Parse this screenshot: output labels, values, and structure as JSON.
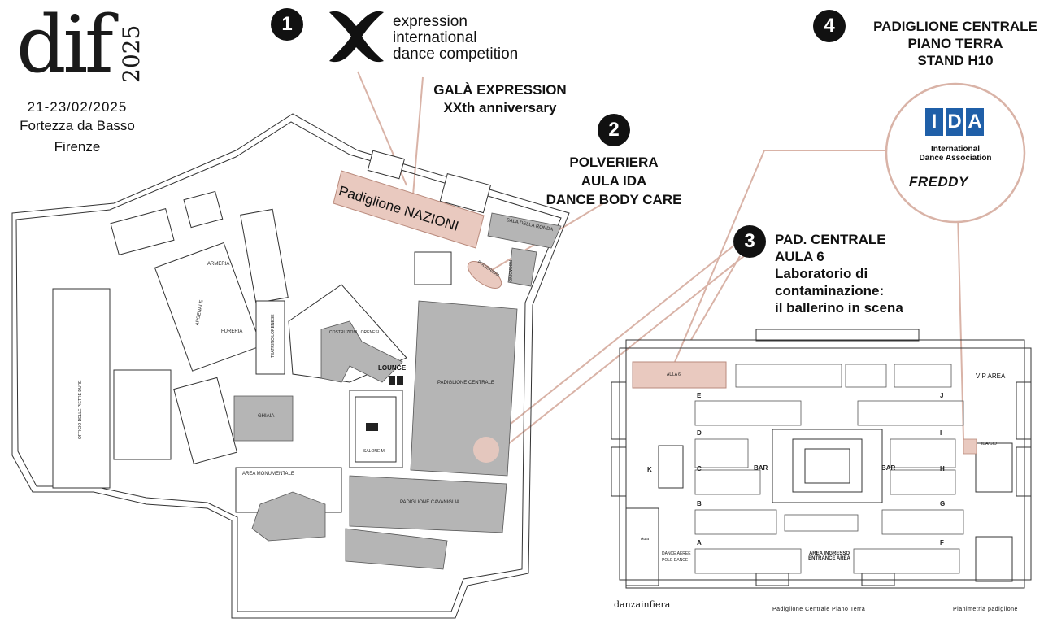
{
  "branding": {
    "logo_text": "dif",
    "logo_year": "2025",
    "dates": "21-23/02/2025",
    "venue": "Fortezza da Basso",
    "city": "Firenze"
  },
  "markers": {
    "m1": {
      "number": "1",
      "brand_lines": [
        "expression",
        "international",
        "dance competition"
      ],
      "event_line1": "GALÀ EXPRESSION",
      "event_line2": "XXth anniversary"
    },
    "m2": {
      "number": "2",
      "lines": [
        "POLVERIERA",
        "AULA IDA",
        "DANCE BODY CARE"
      ]
    },
    "m3": {
      "number": "3",
      "lines": [
        "PAD. CENTRALE",
        "AULA 6",
        "Laboratorio di",
        "contaminazione:",
        "il ballerino in scena"
      ]
    },
    "m4": {
      "number": "4",
      "lines": [
        "PADIGLIONE CENTRALE",
        "PIANO TERRA",
        "STAND H10"
      ],
      "ida_letters": [
        "I",
        "D",
        "A"
      ],
      "ida_name_line1": "International",
      "ida_name_line2": "Dance Association",
      "sponsor": "FREDDY"
    }
  },
  "site_map": {
    "highlight_building": "Padiglione NAZIONI",
    "labels": {
      "sala_ronda": "SALA DELLA RONDA",
      "polveriera": "POLVERIERA",
      "rosadino": "ROSADINO",
      "armeria": "ARMERIA",
      "arsenale": "ARSENALE",
      "fureria": "FURERIA",
      "teatrino": "TEATRINO LORENESE",
      "costruzioni": "COSTRUZIONI LORENESI",
      "lounge": "LOUNGE",
      "pad_centrale": "PADIGLIONE CENTRALE",
      "ghiaia": "GHIAIA",
      "salone_m": "SALONE M",
      "area_monumentale": "AREA MONUMENTALE",
      "pad_cavaniglia": "PADIGLIONE CAVANIGLIA",
      "officio": "OFFICIO DELLE PIETRE DURE"
    }
  },
  "floor_plan": {
    "aula_label": "AULA 6",
    "vip_area": "VIP AREA",
    "row_letters_left": [
      "E",
      "D",
      "C",
      "B",
      "A"
    ],
    "row_letters_right": [
      "J",
      "I",
      "H",
      "G",
      "F"
    ],
    "k_letter": "K",
    "bar_left": "BAR",
    "bar_right": "BAR",
    "entrance_line1": "AREA INGRESSO",
    "entrance_line2": "ENTRANCE AREA",
    "left_small_1": "Aula",
    "left_small_2": "DANCE AEREE",
    "left_small_3": "POLE DANCE",
    "stand_label": "IDA/GIO",
    "footer_brand": "danzainfiera",
    "footer_mid": "Padiglione Centrale  Piano Terra",
    "footer_right": "Planimetria padiglione"
  },
  "colors": {
    "highlight": "#e9c9bf",
    "highlight_stroke": "#b98a7c",
    "building_gray": "#b5b5b5",
    "ida_blue": "#1f5fa8",
    "line_pink": "#d9b3a7"
  }
}
